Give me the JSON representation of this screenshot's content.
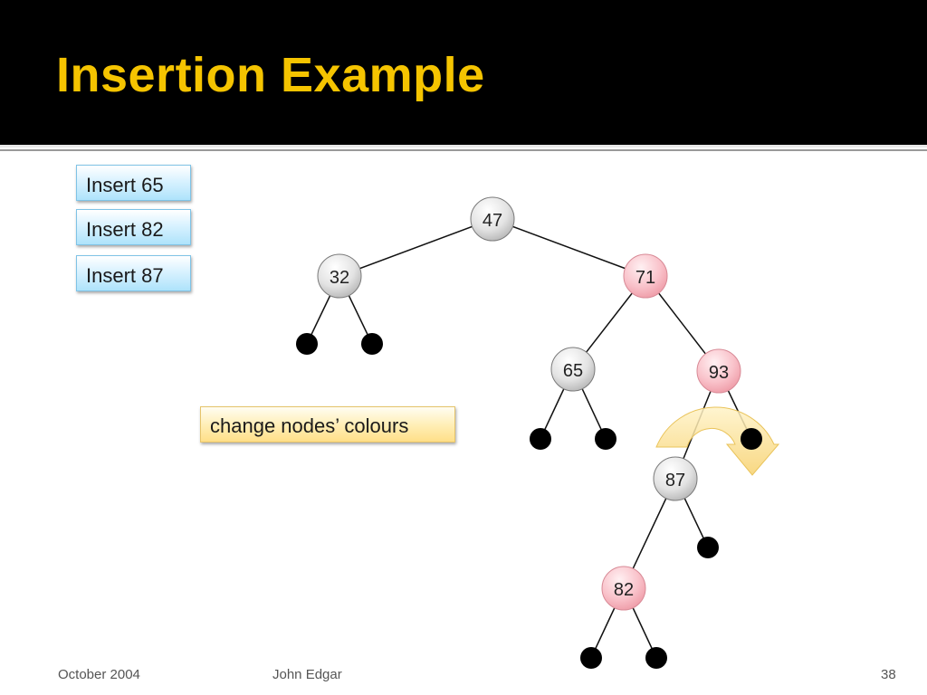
{
  "slide": {
    "title": "Insertion Example",
    "insert_steps": [
      "Insert 65",
      "Insert 82",
      "Insert 87"
    ],
    "note": "change nodes’ colours",
    "footer": {
      "date": "October 2004",
      "author": "John Edgar",
      "page": "38"
    }
  },
  "tree": {
    "colors": {
      "red_node": "#f7b4bd",
      "black_node": "#d8d8d8",
      "nil_leaf": "#000000",
      "arrow": "#f6d37a"
    },
    "nodes": [
      {
        "key": "47",
        "color": "black"
      },
      {
        "key": "32",
        "color": "black"
      },
      {
        "key": "71",
        "color": "red"
      },
      {
        "key": "65",
        "color": "black"
      },
      {
        "key": "93",
        "color": "red"
      },
      {
        "key": "87",
        "color": "black"
      },
      {
        "key": "82",
        "color": "red"
      }
    ]
  }
}
